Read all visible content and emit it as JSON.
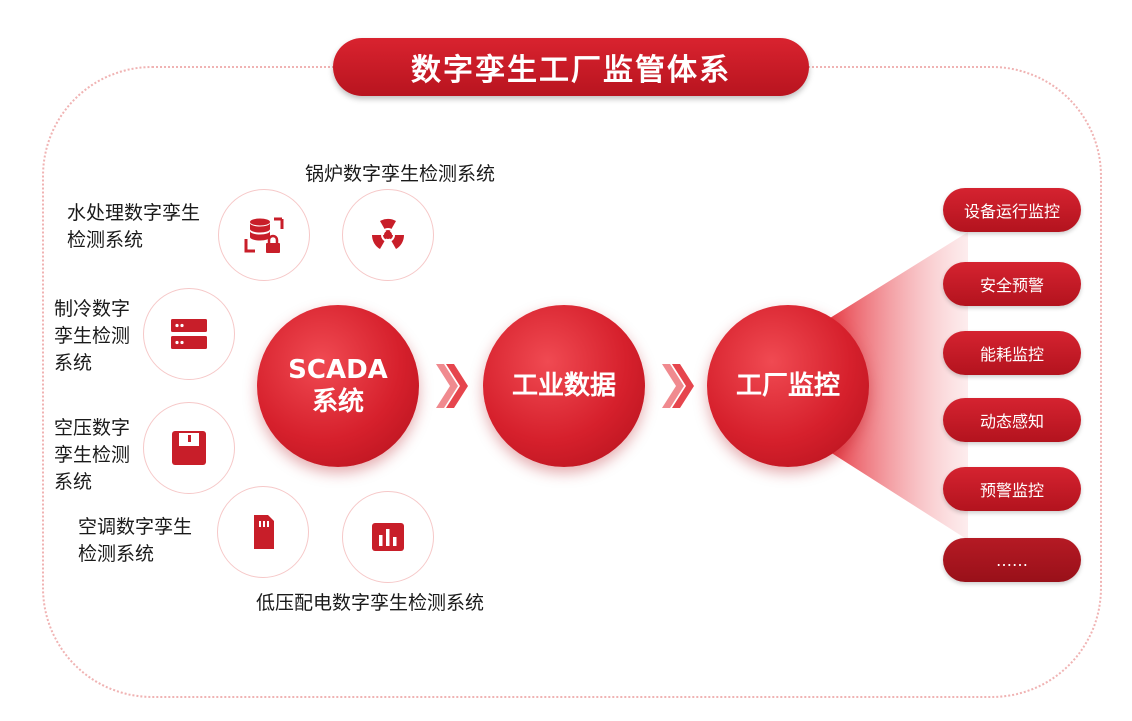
{
  "title": "数字孪生工厂监管体系",
  "subsystems": {
    "boiler": "锅炉数字孪生检测系统",
    "water": "水处理数字孪生\n检测系统",
    "cooling": "制冷数字\n孪生检测\n系统",
    "air_compressor": "空压数字\n孪生检测\n系统",
    "air_conditioning": "空调数字孪生\n检测系统",
    "power": "低压配电数字孪生检测系统"
  },
  "flow": {
    "scada": "SCADA\n系统",
    "industrial_data": "工业数据",
    "factory_monitor": "工厂监控"
  },
  "outputs": [
    "设备运行监控",
    "安全预警",
    "能耗监控",
    "动态感知",
    "预警监控",
    "……"
  ],
  "colors": {
    "primary": "#d6202c",
    "dark": "#a8141e",
    "border": "#f0b3b3"
  }
}
